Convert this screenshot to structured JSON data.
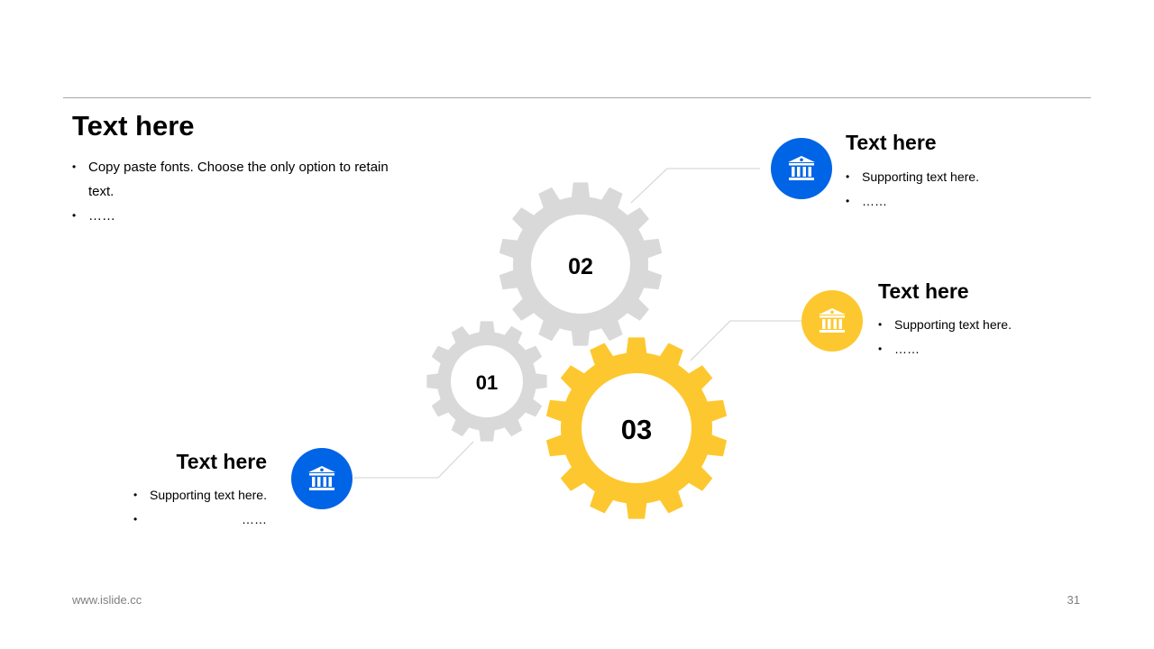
{
  "main": {
    "title": "Text here",
    "bullets": [
      "Copy paste fonts. Choose the only option to retain text.",
      "……"
    ]
  },
  "gears": [
    {
      "id": "01",
      "label": "01",
      "color": "#d9d9d9"
    },
    {
      "id": "02",
      "label": "02",
      "color": "#d9d9d9"
    },
    {
      "id": "03",
      "label": "03",
      "color": "#fdc82f"
    }
  ],
  "blocks": [
    {
      "id": "02",
      "title": "Text here",
      "bullets": [
        "Supporting text here.",
        "……"
      ],
      "icon": "bank-icon",
      "color": "#0064e6"
    },
    {
      "id": "03",
      "title": "Text here",
      "bullets": [
        "Supporting text here.",
        "……"
      ],
      "icon": "bank-icon",
      "color": "#fdc82f"
    },
    {
      "id": "01",
      "title": "Text here",
      "bullets": [
        "Supporting text here.",
        "……"
      ],
      "icon": "bank-icon",
      "color": "#0064e6"
    }
  ],
  "footer": {
    "url": "www.islide.cc",
    "page": "31"
  }
}
